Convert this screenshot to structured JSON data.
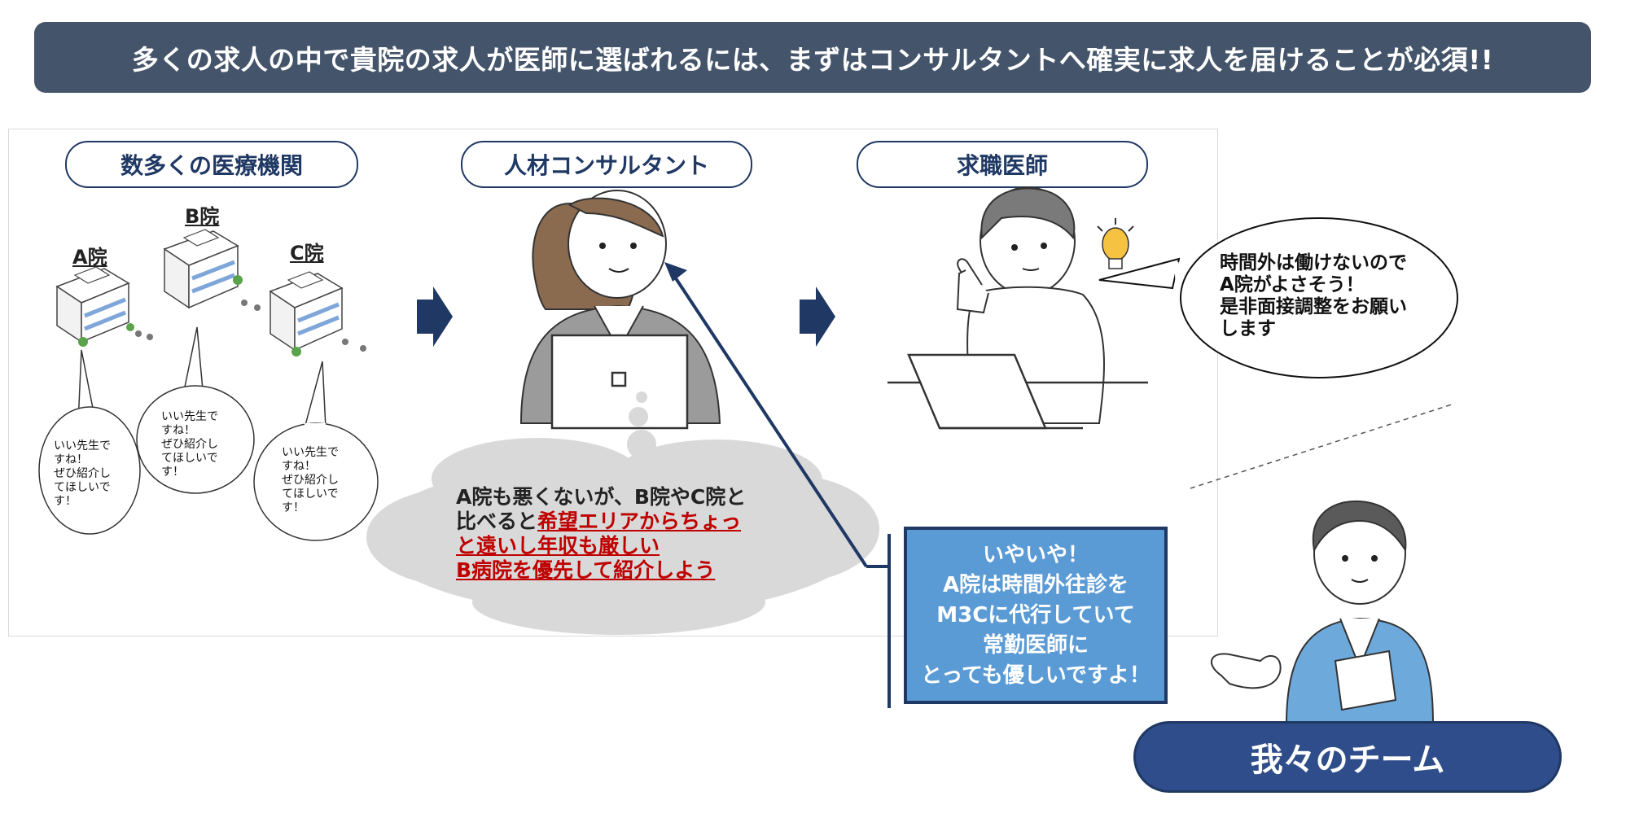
{
  "banner": "多くの求人の中で貴院の求人が医師に選ばれるには、まずはコンサルタントへ確実に求人を届けることが必須!!",
  "columns": {
    "institutions": "数多くの医療機関",
    "consultant": "人材コンサルタント",
    "doctor": "求職医師"
  },
  "hospitals": {
    "a": "A院",
    "b": "B院",
    "c": "C院"
  },
  "hospital_bubble": "いい先生で\nすね！\nぜひ紹介し\nてほしいで\nす！",
  "consultant_thought": {
    "line1": "A院も悪くないが、B院やC院と",
    "line2_plain": "比べると",
    "line2_red": "希望エリアからちょっ",
    "line3_red": "と遠いし年収も厳しい",
    "line4_red": "B病院を優先して紹介しよう"
  },
  "doctor_speech": "時間外は働けないので\nA院がよさそう！\n是非面接調整をお願い\nします",
  "team_callout": "いやいや！\nA院は時間外往診を\nM3Cに代行していて\n常勤医師に\nとっても優しいですよ！",
  "team_label": "我々のチーム",
  "colors": {
    "banner_bg": "#44546a",
    "navy": "#1f3864",
    "callout_bg": "#5b9bd5",
    "team_bg": "#2f4d8a",
    "highlight_red": "#c00000"
  }
}
